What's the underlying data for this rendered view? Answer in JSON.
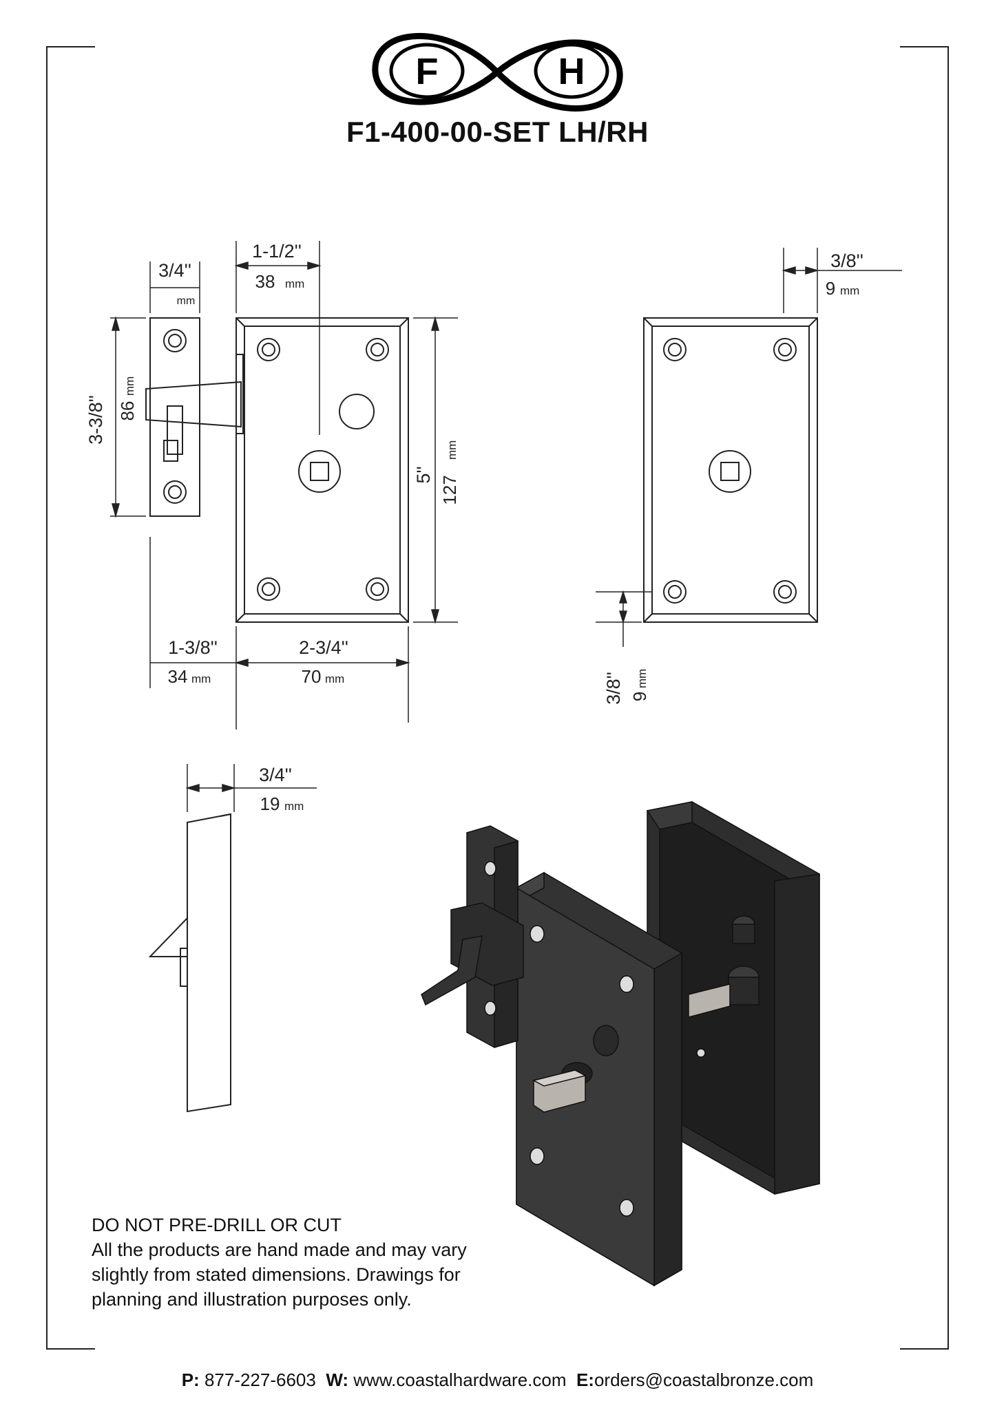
{
  "brand": {
    "letter_left": "F",
    "letter_right": "H"
  },
  "title": "F1-400-00-SET LH/RH",
  "dimensions": {
    "strike_width_in": "3/4''",
    "strike_width_mm": "mm",
    "case_offset_in": "1-1/2''",
    "case_offset_mm_val": "38",
    "strike_height_in": "3-3/8''",
    "strike_height_mm_val": "86",
    "case_height_in": "5''",
    "case_height_mm_val": "127",
    "backset_in": "1-3/8''",
    "backset_mm_val": "34",
    "case_width_in": "2-3/4''",
    "case_width_mm_val": "70",
    "rear_depth_in": "3/8''",
    "rear_depth_mm_val": "9",
    "rear_hole_in": "3/8''",
    "rear_hole_mm_val": "9",
    "side_depth_in": "3/4''",
    "side_depth_mm_val": "19 ",
    "mm_unit": "mm"
  },
  "notes": {
    "heading": "DO NOT PRE-DRILL OR CUT",
    "line1": "All the products are hand made and may vary",
    "line2": "slightly from stated dimensions. Drawings for",
    "line3": "planning and illustration purposes only."
  },
  "footer": {
    "phone_label": "P:",
    "phone": "877-227-6603",
    "web_label": "W:",
    "web": "www.coastalhardware.com",
    "email_label": "E:",
    "email": "orders@coastalbronze.com"
  },
  "colors": {
    "line": "#1a1a1a",
    "product_dark": "#2b2b2b",
    "product_mid": "#3a3a3a",
    "spindle": "#b9b3ad"
  }
}
